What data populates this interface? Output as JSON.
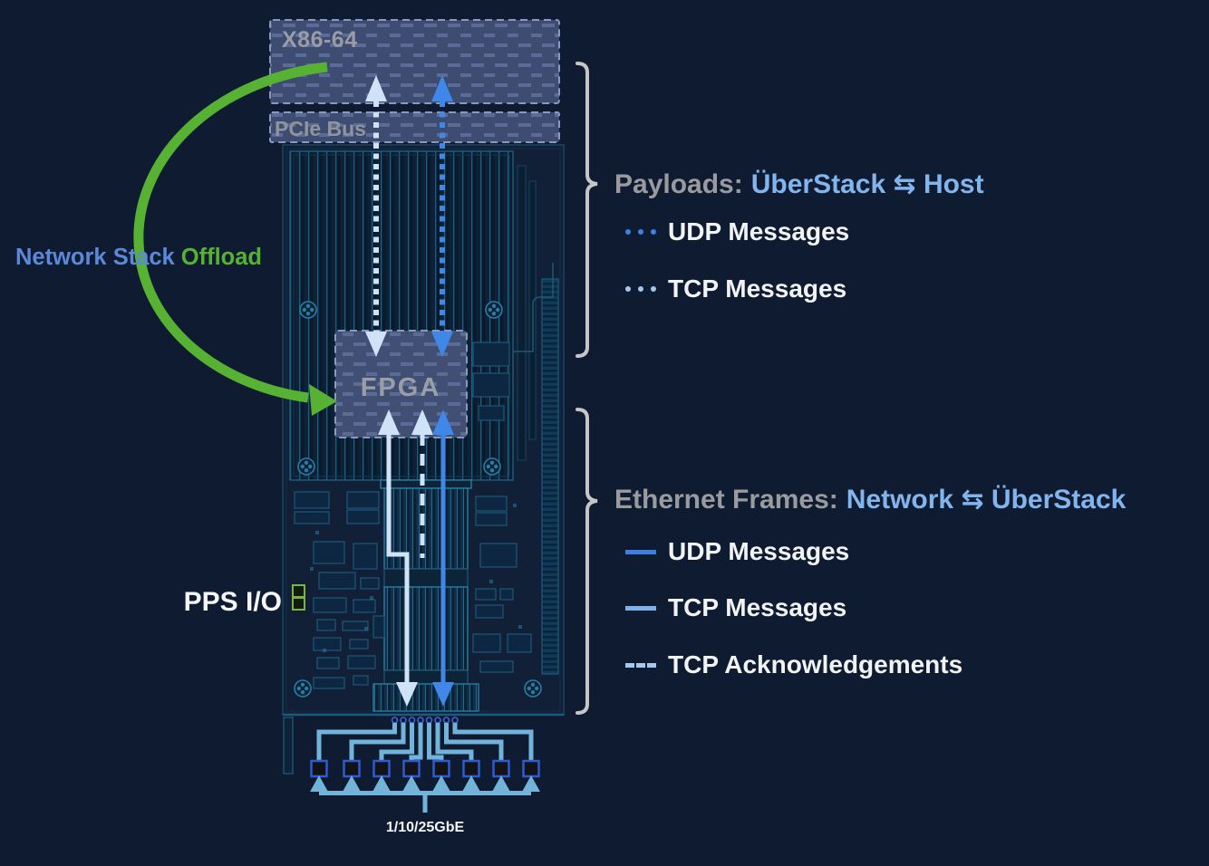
{
  "diagram": {
    "cpu_label": "X86-64",
    "pcie_label": "PCIe Bus",
    "fpga_label": "FPGA",
    "pps_label": "PPS I/O",
    "port_label": "1/10/25GbE",
    "offload_primary": "Network Stack",
    "offload_accent": "Offload"
  },
  "legend_payloads": {
    "title_prefix": "Payloads:",
    "title_accent": "ÜberStack ⇆ Host",
    "items": [
      {
        "label": "UDP Messages",
        "line_style": "dotted",
        "color": "#3c82e6"
      },
      {
        "label": "TCP Messages",
        "line_style": "dotted",
        "color": "#a6c8ef"
      }
    ]
  },
  "legend_ethernet": {
    "title_prefix": "Ethernet Frames:",
    "title_accent": "Network ⇆ ÜberStack",
    "items": [
      {
        "label": "UDP Messages",
        "line_style": "solid",
        "color": "#3c7fe1"
      },
      {
        "label": "TCP Messages",
        "line_style": "solid",
        "color": "#7fb2ea"
      },
      {
        "label": "TCP Acknowledgements",
        "line_style": "dashed",
        "color": "#a6c8ef"
      }
    ]
  },
  "colors": {
    "background": "#0f1b30",
    "box_fill": "#3d4c70",
    "box_border": "#8a99be",
    "accent_blue": "#3f87e9",
    "light_blue": "#cfe3f7",
    "heading_blue": "#82b4ee",
    "heading_gray": "#999b9f",
    "offload_text_blue": "#5c88d8",
    "offload_green": "#57b233",
    "fanout_blue": "#72b3da",
    "port_border_blue": "#2f5bd2",
    "pcb_teal": "#2a7ca3",
    "pps_led_green": "#7cb53e",
    "brace_gray": "#c6c6c8",
    "white_text": "#f2f3f5"
  }
}
